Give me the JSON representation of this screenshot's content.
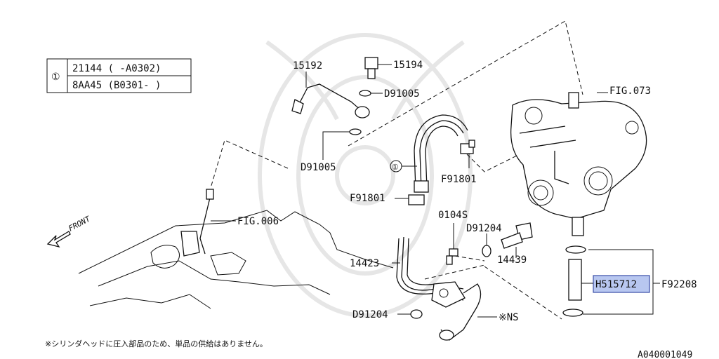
{
  "legend": {
    "marker": "①",
    "rows": [
      "21144 ( -A0302)",
      "8AA45 (B0301- )"
    ]
  },
  "labels": {
    "p15192": "15192",
    "p15194": "15194",
    "d91005_a": "D91005",
    "d91005_b": "D91005",
    "fig073": "FIG.073",
    "marker1": "①",
    "f91801_a": "F91801",
    "f91801_b": "F91801",
    "front": "FRONT",
    "fig006": "FIG.006",
    "p0104s": "0104S",
    "d91204_a": "D91204",
    "p14439": "14439",
    "p14423": "14423",
    "h515712": "H515712",
    "f92208": "F92208",
    "d91204_b": "D91204",
    "ns": "※NS"
  },
  "footer_note": "※シリンダヘッドに圧入部品のため、単品の供給はありません。",
  "diagram_id": "A040001049",
  "colors": {
    "highlight_fill": "#b8c7f0",
    "highlight_stroke": "#3a4ea6",
    "line": "#111111"
  }
}
